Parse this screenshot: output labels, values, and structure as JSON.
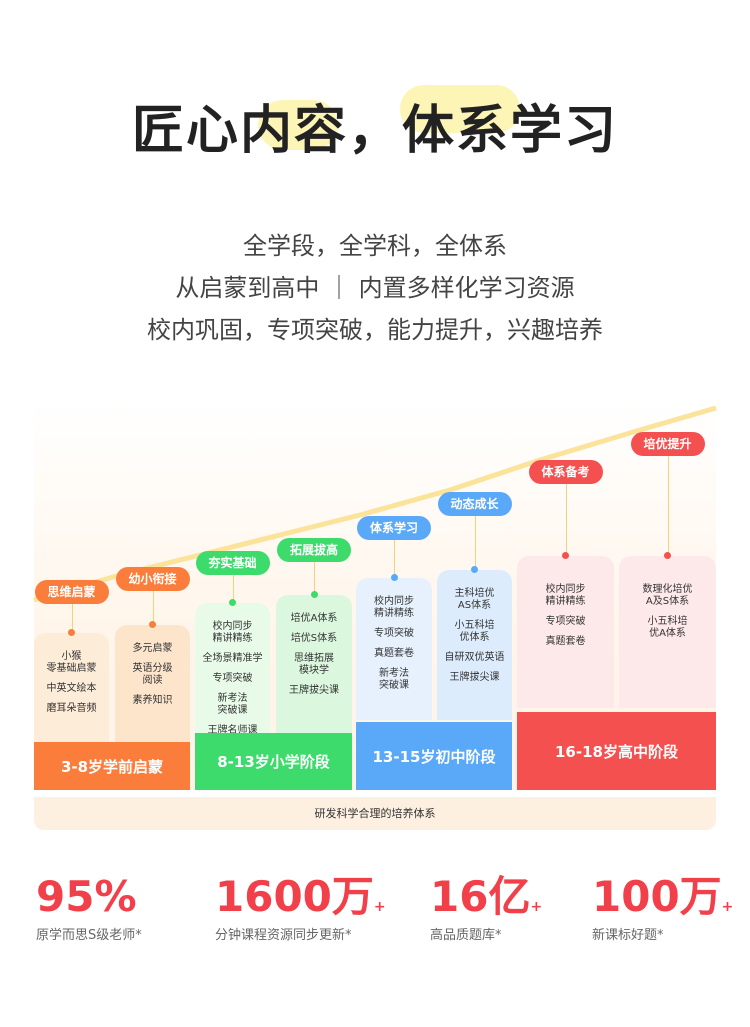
{
  "title": "匠心内容，体系学习",
  "subtitles": [
    "全学段，全学科，全体系",
    "从启蒙到高中 ｜ 内置多样化学习资源",
    "校内巩固，专项突破，能力提升，兴趣培养"
  ],
  "colors": {
    "orange": "#fb7d3c",
    "green": "#3ddb6c",
    "blue": "#5aa9f8",
    "red": "#f45050"
  },
  "columns": [
    {
      "tag": "思维启蒙",
      "items": [
        "小猴\n零基础启蒙",
        "中英文绘本",
        "磨耳朵音频"
      ]
    },
    {
      "tag": "幼小衔接",
      "items": [
        "多元启蒙",
        "英语分级\n阅读",
        "素养知识"
      ]
    },
    {
      "tag": "夯实基础",
      "items": [
        "校内同步\n精讲精练",
        "全场景精准学",
        "专项突破",
        "新考法\n突破课",
        "王牌名师课"
      ]
    },
    {
      "tag": "拓展拔高",
      "items": [
        "培优A体系",
        "培优S体系",
        "思维拓展\n模块学",
        "王牌拔尖课"
      ]
    },
    {
      "tag": "体系学习",
      "items": [
        "校内同步\n精讲精练",
        "专项突破",
        "真题套卷",
        "新考法\n突破课"
      ]
    },
    {
      "tag": "动态成长",
      "items": [
        "主科培优\nAS体系",
        "小五科培\n优体系",
        "自研双优英语",
        "王牌拔尖课"
      ]
    },
    {
      "tag": "体系备考",
      "items": [
        "校内同步\n精讲精练",
        "专项突破",
        "真题套卷"
      ]
    },
    {
      "tag": "培优提升",
      "items": [
        "数理化培优\nA及S体系",
        "小五科培\n优A体系"
      ]
    }
  ],
  "stages": [
    "3-8岁学前启蒙",
    "8-13岁小学阶段",
    "13-15岁初中阶段",
    "16-18岁高中阶段"
  ],
  "footer": "研发科学合理的培养体系",
  "stats": [
    {
      "value": "95%",
      "plus": "",
      "label": "原学而思S级老师*"
    },
    {
      "value": "1600万",
      "plus": "+",
      "label": "分钟课程资源同步更新*"
    },
    {
      "value": "16亿",
      "plus": "+",
      "label": "高品质题库*"
    },
    {
      "value": "100万",
      "plus": "+",
      "label": "新课标好题*"
    }
  ]
}
